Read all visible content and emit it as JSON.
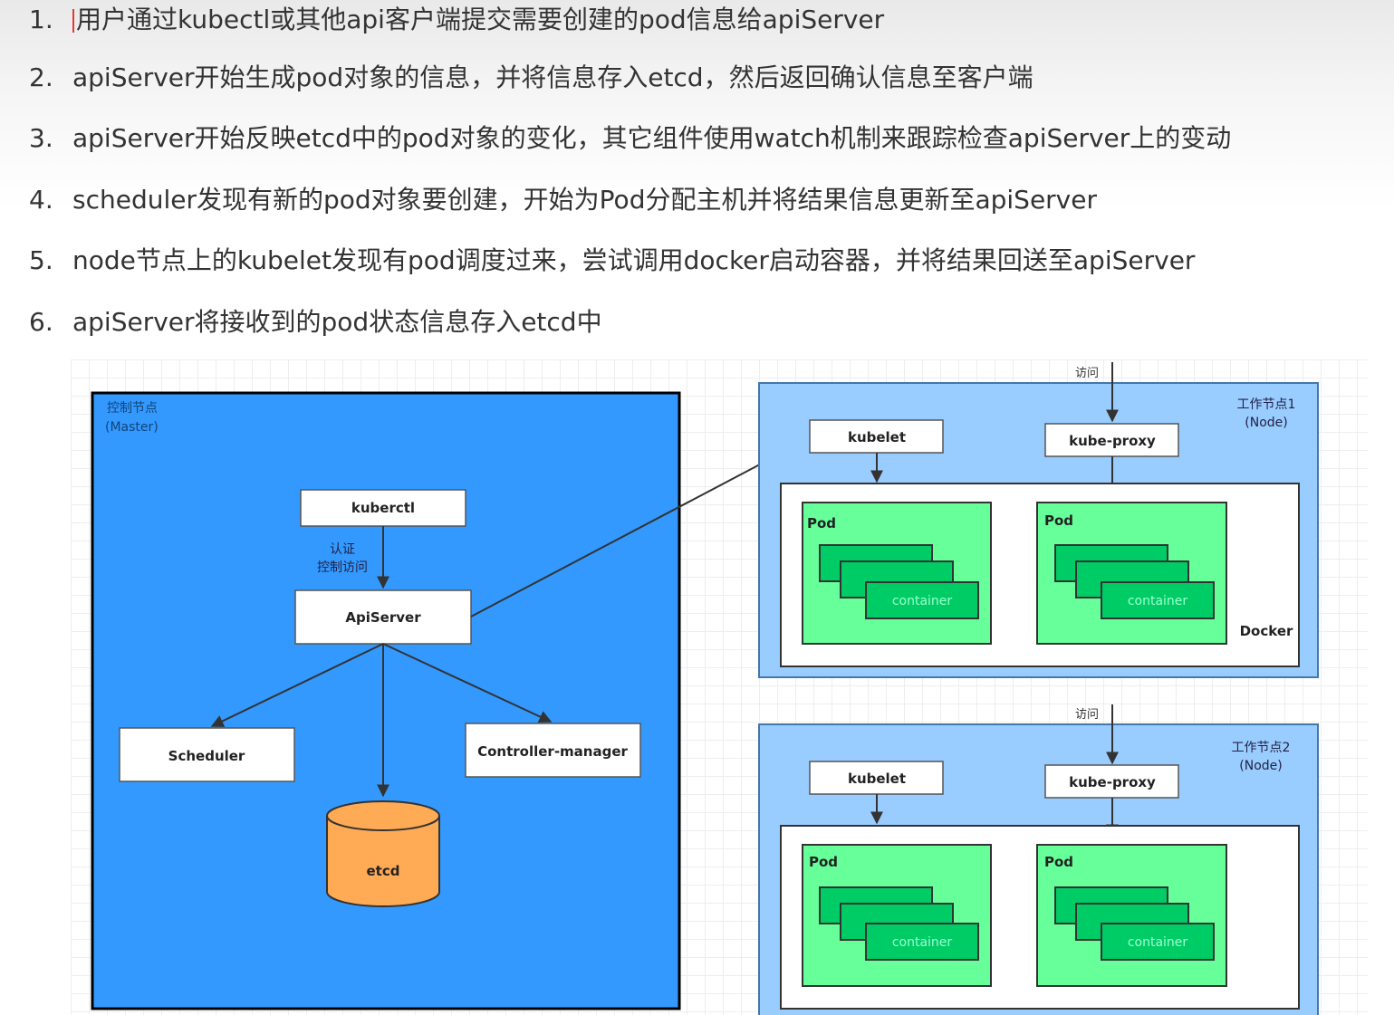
{
  "steps": [
    {
      "num": "1.",
      "text": "用户通过kubectl或其他api客户端提交需要创建的pod信息给apiServer"
    },
    {
      "num": "2.",
      "text": "apiServer开始生成pod对象的信息，并将信息存入etcd，然后返回确认信息至客户端"
    },
    {
      "num": "3.",
      "text": "apiServer开始反映etcd中的pod对象的变化，其它组件使用watch机制来跟踪检查apiServer上的变动"
    },
    {
      "num": "4.",
      "text": "scheduler发现有新的pod对象要创建，开始为Pod分配主机并将结果信息更新至apiServer"
    },
    {
      "num": "5.",
      "text": "node节点上的kubelet发现有pod调度过来，尝试调用docker启动容器，并将结果回送至apiServer"
    },
    {
      "num": "6.",
      "text": "apiServer将接收到的pod状态信息存入etcd中"
    }
  ],
  "diagram": {
    "master": {
      "title_line1": "控制节点",
      "title_line2": "(Master)",
      "kubectl": "kuberctl",
      "auth_line1": "认证",
      "auth_line2": "控制访问",
      "apiserver": "ApiServer",
      "scheduler": "Scheduler",
      "controller_manager": "Controller-manager",
      "etcd": "etcd"
    },
    "node1": {
      "title_line1": "工作节点1",
      "title_line2": "(Node)",
      "access": "访问",
      "kubelet": "kubelet",
      "kube_proxy": "kube-proxy",
      "docker": "Docker",
      "pod1": "Pod",
      "pod2": "Pod",
      "container": "container"
    },
    "node2": {
      "title_line1": "工作节点2",
      "title_line2": "(Node)",
      "access": "访问",
      "kubelet": "kubelet",
      "kube_proxy": "kube-proxy",
      "pod1": "Pod",
      "pod2": "Pod",
      "container": "container"
    },
    "colors": {
      "master_bg": "#3399ff",
      "node_bg": "#99ccff",
      "pod_bg": "#66ff99",
      "container_bg": "#00cc66",
      "etcd_bg": "#ffaa55"
    }
  }
}
